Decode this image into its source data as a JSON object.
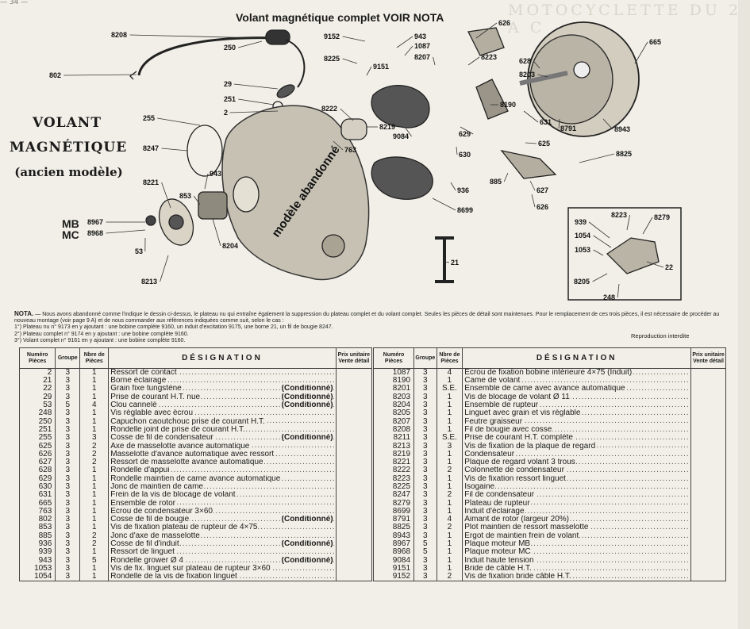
{
  "page_marker": "— 34 —",
  "header_ghost": "MOTOCYCLETTE DU 2 A C",
  "main_title": "Volant magnétique complet VOIR NOTA",
  "side_title_line1": "VOLANT",
  "side_title_line2": "MAGNÉTIQUE",
  "side_subtitle": "(ancien modèle)",
  "mb_label": "MB",
  "mc_label": "MC",
  "stamp": "modèle abandonné",
  "callouts": [
    "8208",
    "250",
    "802",
    "29",
    "251",
    "2",
    "255",
    "8247",
    "8221",
    "943",
    "853",
    "8967",
    "8968",
    "53",
    "8213",
    "8204",
    "9152",
    "943",
    "1087",
    "8207",
    "8225",
    "9151",
    "8222",
    "8219",
    "763",
    "9084",
    "626",
    "8223",
    "665",
    "628",
    "8203",
    "631",
    "8190",
    "8791",
    "8943",
    "629",
    "630",
    "625",
    "8825",
    "936",
    "885",
    "627",
    "626",
    "8699",
    "21",
    "939",
    "8223",
    "8279",
    "1054",
    "1053",
    "22",
    "8205",
    "248"
  ],
  "nota": {
    "label": "NOTA.",
    "text": "— Nous avons abandonné comme l'indique le dessin ci-dessus, le plateau nu qui entraîne également la suppression du plateau complet et du volant complet. Seules les pièces de détail sont maintenues. Pour le remplacement de ces trois pièces, il est nécessaire de procéder au nouveau montage (voir page 9 A) et de nous commander aux références indiquées comme suit, selon le cas :",
    "line1": "1°) Plateau nu n° 9173 en y ajoutant : une bobine complète 9160, un induit d'excitation 9175, une borne 21, un fil de bougie 8247.",
    "line2": "2°) Plateau complet n° 9174 en y ajoutant : une bobine complète 9160.",
    "line3": "3°) Volant complet n° 9161 en y ajoutant : une bobine complète 9160.",
    "repro": "Reproduction interdite"
  },
  "table_headers": {
    "numero": "Numéro Pièces",
    "groupe": "Groupe",
    "nombre": "Nbre de Pièces",
    "designation": "DÉSIGNATION",
    "prix": "Prix unitaire Vente détail"
  },
  "cond_label": "(Conditionné)",
  "left_rows": [
    [
      "2",
      "3",
      "1",
      "Ressort de contact",
      ""
    ],
    [
      "21",
      "3",
      "1",
      "Borne éclairage",
      ""
    ],
    [
      "22",
      "3",
      "1",
      "Grain fixe tungstène",
      "c"
    ],
    [
      "29",
      "3",
      "1",
      "Prise de courant H.T. nue",
      "c"
    ],
    [
      "53",
      "5",
      "4",
      "Clou cannelé",
      "c"
    ],
    [
      "248",
      "3",
      "1",
      "Vis réglable avec écrou",
      ""
    ],
    [
      "250",
      "3",
      "1",
      "Capuchon caoutchouc prise de courant H.T.",
      ""
    ],
    [
      "251",
      "3",
      "1",
      "Rondelle joint de prise de courant H.T.",
      ""
    ],
    [
      "255",
      "3",
      "3",
      "Cosse de fil de condensateur",
      "c"
    ],
    [
      "625",
      "3",
      "2",
      "Axe de masselotte avance automatique",
      ""
    ],
    [
      "626",
      "3",
      "2",
      "Masselotte d'avance automatique avec ressort",
      ""
    ],
    [
      "627",
      "3",
      "2",
      "Ressort de masselotte avance automatique",
      ""
    ],
    [
      "628",
      "3",
      "1",
      "Rondelle d'appui",
      ""
    ],
    [
      "629",
      "3",
      "1",
      "Rondelle maintien de came avance automatique",
      ""
    ],
    [
      "630",
      "3",
      "1",
      "Jonc de maintien de came",
      ""
    ],
    [
      "631",
      "3",
      "1",
      "Frein de la vis de blocage de volant",
      ""
    ],
    [
      "665",
      "3",
      "1",
      "Ensemble de rotor",
      ""
    ],
    [
      "763",
      "3",
      "1",
      "Ecrou de condensateur 3×60",
      ""
    ],
    [
      "802",
      "3",
      "1",
      "Cosse de fil de bougie",
      "c"
    ],
    [
      "853",
      "3",
      "1",
      "Vis de fixation plateau de rupteur de 4×75",
      ""
    ],
    [
      "885",
      "3",
      "2",
      "Jonc d'axe de masselotte",
      ""
    ],
    [
      "936",
      "3",
      "2",
      "Cosse de fil d'induit",
      "c"
    ],
    [
      "939",
      "3",
      "1",
      "Ressort de linguet",
      ""
    ],
    [
      "943",
      "3",
      "5",
      "Rondelle grower Ø 4",
      "c"
    ],
    [
      "1053",
      "3",
      "1",
      "Vis de fix. linguet sur plateau de rupteur 3×60",
      ""
    ],
    [
      "1054",
      "3",
      "1",
      "Rondelle de la vis de fixation linguet",
      ""
    ]
  ],
  "right_rows": [
    [
      "1087",
      "3",
      "4",
      "Ecrou de fixation bobine intérieure 4×75 (Induit)"
    ],
    [
      "8190",
      "3",
      "1",
      "Came de volant"
    ],
    [
      "8201",
      "3",
      "S.E.",
      "Ensemble de came avec avance automatique"
    ],
    [
      "8203",
      "3",
      "1",
      "Vis de blocage de volant Ø 11"
    ],
    [
      "8204",
      "3",
      "1",
      "Ensemble de rupteur"
    ],
    [
      "8205",
      "3",
      "1",
      "Linguet avec grain et vis réglable"
    ],
    [
      "8207",
      "3",
      "1",
      "Feutre graisseur"
    ],
    [
      "8208",
      "3",
      "1",
      "Fil de bougie avec cosse"
    ],
    [
      "8211",
      "3",
      "S.E.",
      "Prise de courant H.T. complète"
    ],
    [
      "8213",
      "3",
      "3",
      "Vis de fixation de la plaque de regard"
    ],
    [
      "8219",
      "3",
      "1",
      "Condensateur"
    ],
    [
      "8221",
      "3",
      "1",
      "Plaque de regard volant 3 trous"
    ],
    [
      "8222",
      "3",
      "2",
      "Colonnette de condensateur"
    ],
    [
      "8223",
      "3",
      "1",
      "Vis de fixation ressort linguet"
    ],
    [
      "8225",
      "3",
      "1",
      "Isogaine"
    ],
    [
      "8247",
      "3",
      "2",
      "Fil de condensateur"
    ],
    [
      "8279",
      "3",
      "1",
      "Plateau de rupteur"
    ],
    [
      "8699",
      "3",
      "1",
      "Induit d'éclairage"
    ],
    [
      "8791",
      "3",
      "4",
      "Aimant de rotor (largeur 20%)"
    ],
    [
      "8825",
      "3",
      "2",
      "Plot maintien de ressort masselotte"
    ],
    [
      "8943",
      "3",
      "1",
      "Ergot de maintien frein de volant"
    ],
    [
      "8967",
      "5",
      "1",
      "Plaque moteur MB"
    ],
    [
      "8968",
      "5",
      "1",
      "Plaque moteur MC"
    ],
    [
      "9084",
      "3",
      "1",
      "Induit haute tension"
    ],
    [
      "9151",
      "3",
      "1",
      "Bride de câble H.T."
    ],
    [
      "9152",
      "3",
      "2",
      "Vis de fixation bride câble H.T."
    ]
  ]
}
